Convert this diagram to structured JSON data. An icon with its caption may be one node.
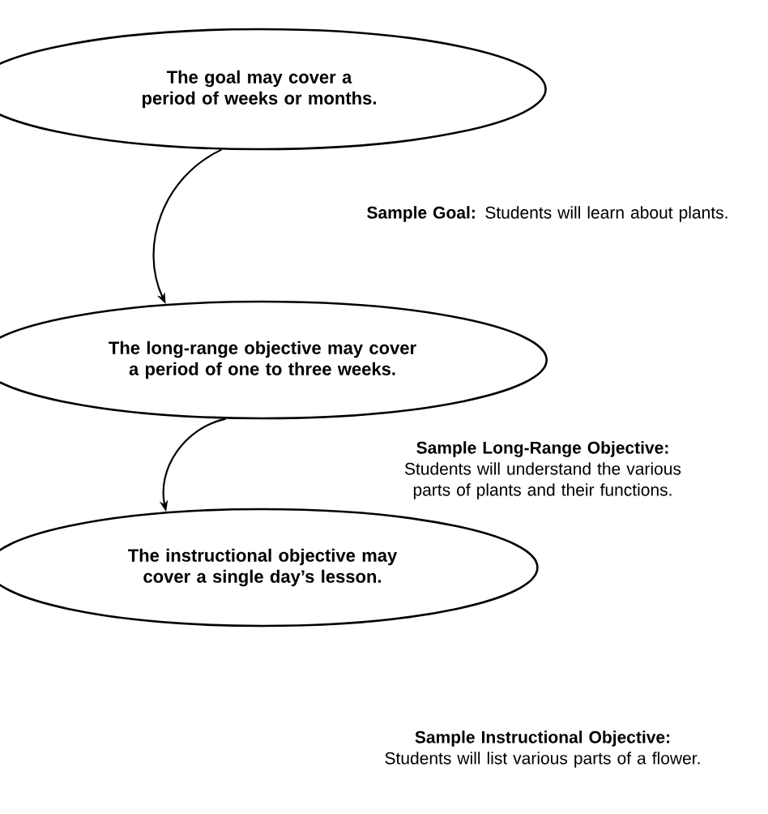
{
  "diagram": {
    "nodes": [
      {
        "text": [
          "The goal may cover a period of weeks or months."
        ]
      },
      {
        "text": [
          "The long-range objective may cover a period of one to three weeks."
        ]
      },
      {
        "text": [
          "The instructional objective may cover a single day’s lesson."
        ]
      }
    ],
    "edges": [
      {
        "from": 0,
        "to": 1,
        "arrow": "to"
      },
      {
        "from": 1,
        "to": 2,
        "arrow": "to"
      }
    ],
    "labels": [
      "**Sample Goal:** Students will learn about plants.",
      "**Sample Long-Range Objective:** Students will understand the various parts of plants and their functions.",
      "**Sample Instructional Objective:** Students will list various parts of a flower."
    ]
  }
}
